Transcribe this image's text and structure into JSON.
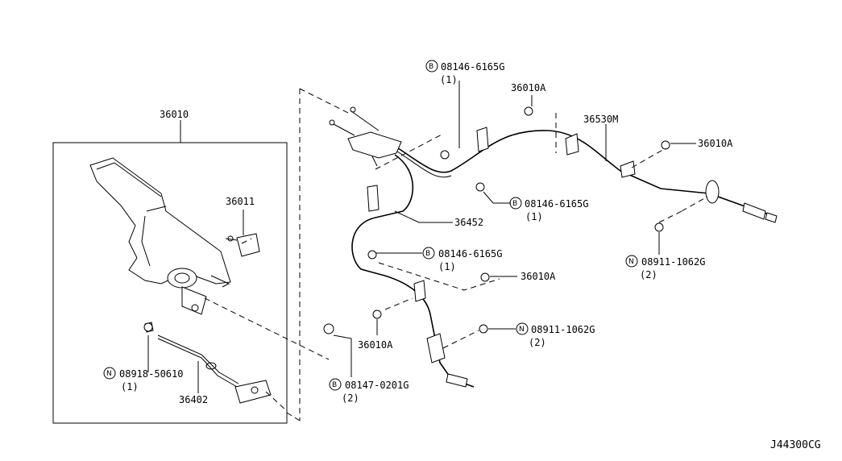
{
  "diagram_id": "J44300CG",
  "callouts": {
    "c36010": "36010",
    "c36011": "36011",
    "c08918": "08918-50610",
    "c08918_qty": "(1)",
    "c36402": "36402",
    "c08146_top": "08146-6165G",
    "c08146_top_qty": "(1)",
    "c36010A_top": "36010A",
    "c36530M": "36530M",
    "c36010A_right": "36010A",
    "c08146_mid": "08146-6165G",
    "c08146_mid_qty": "(1)",
    "c36452": "36452",
    "c08146_low": "08146-6165G",
    "c08146_low_qty": "(1)",
    "c08911_right": "08911-1062G",
    "c08911_right_qty": "(2)",
    "c36010A_mid": "36010A",
    "c08911_low": "08911-1062G",
    "c08911_low_qty": "(2)",
    "c36010A_low": "36010A",
    "c08147": "08147-0201G",
    "c08147_qty": "(2)"
  },
  "symbols": {
    "bolt": "B",
    "nut": "N"
  }
}
